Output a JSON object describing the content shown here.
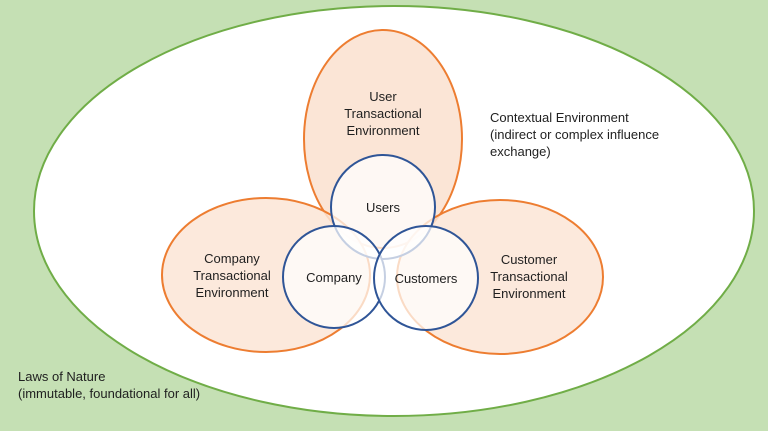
{
  "colors": {
    "background": "#c5e0b4",
    "outer_border": "#70ad47",
    "transactional_fill": "#fbe5d6",
    "transactional_stroke": "#ed7d31",
    "actor_stroke": "#2f5597",
    "actor_fill": "#ffffff"
  },
  "laws_of_nature": {
    "line1": "Laws of Nature",
    "line2": "(immutable, foundational for all)"
  },
  "contextual_environment": {
    "line1": "Contextual Environment",
    "line2": "(indirect or complex influence",
    "line3": "exchange)"
  },
  "user_transactional": {
    "line1": "User",
    "line2": "Transactional",
    "line3": "Environment"
  },
  "company_transactional": {
    "line1": "Company",
    "line2": "Transactional",
    "line3": "Environment"
  },
  "customer_transactional": {
    "line1": "Customer",
    "line2": "Transactional",
    "line3": "Environment"
  },
  "actors": {
    "users": "Users",
    "company": "Company",
    "customers": "Customers"
  }
}
